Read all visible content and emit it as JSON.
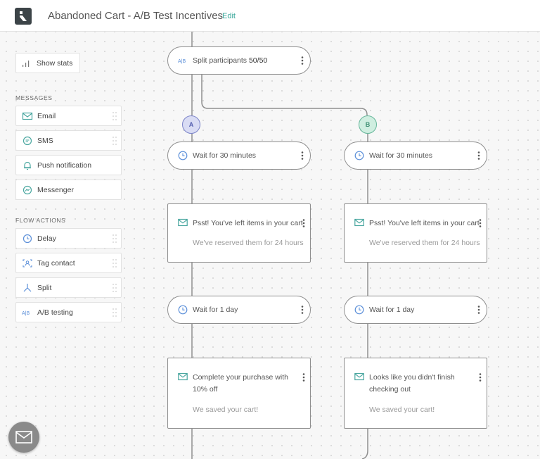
{
  "header": {
    "title": "Abandoned Cart - A/B Test Incentives",
    "edit_label": "Edit"
  },
  "sidebar": {
    "show_stats": "Show stats",
    "messages_heading": "MESSAGES",
    "messages": [
      {
        "label": "Email",
        "icon": "envelope-icon"
      },
      {
        "label": "SMS",
        "icon": "sms-icon"
      },
      {
        "label": "Push notification",
        "icon": "bell-icon"
      },
      {
        "label": "Messenger",
        "icon": "messenger-icon"
      }
    ],
    "flow_actions_heading": "FLOW ACTIONS",
    "flow_actions": [
      {
        "label": "Delay",
        "icon": "clock-icon"
      },
      {
        "label": "Tag contact",
        "icon": "tag-contact-icon"
      },
      {
        "label": "Split",
        "icon": "split-icon"
      },
      {
        "label": "A/B testing",
        "icon": "ab-icon"
      }
    ]
  },
  "flow": {
    "split": {
      "icon_text": "A|B",
      "label_prefix": "Split participants ",
      "label_value": "50/50"
    },
    "branch_a": {
      "badge": "A",
      "wait_1": "Wait for 30 minutes",
      "email_1": {
        "subject": "Psst! You've left items in your cart",
        "preview": "We've reserved them for 24 hours"
      },
      "wait_2": "Wait for 1 day",
      "email_2": {
        "subject": "Complete your purchase with 10% off",
        "preview": "We saved your cart!"
      }
    },
    "branch_b": {
      "badge": "B",
      "wait_1": "Wait for 30 minutes",
      "email_1": {
        "subject": "Psst! You've left items in your cart",
        "preview": "We've reserved them for 24 hours"
      },
      "wait_2": "Wait for 1 day",
      "email_2": {
        "subject": "Looks like you didn't finish checking out",
        "preview": "We saved your cart!"
      }
    }
  },
  "colors": {
    "accent": "#3aa89b",
    "icon_teal": "#4aa7a0",
    "icon_blue": "#5b8fd9",
    "badge_a": "#d9dcf4",
    "badge_b": "#cfeee0"
  }
}
